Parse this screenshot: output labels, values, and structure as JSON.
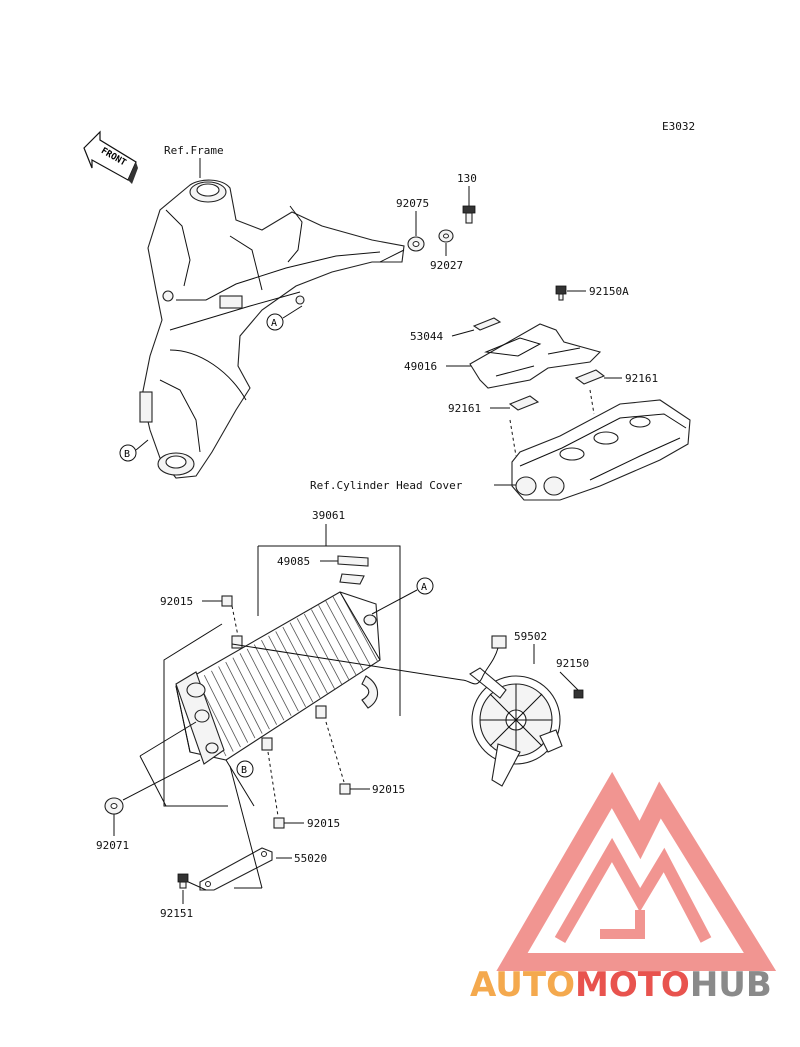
{
  "diagram_code": "E3032",
  "front_label": "FRONT",
  "refs": {
    "frame": "Ref.Frame",
    "cylinder_head_cover": "Ref.Cylinder Head Cover"
  },
  "markers": {
    "a": "A",
    "b": "B"
  },
  "parts": {
    "p130": "130",
    "p92075": "92075",
    "p92027": "92027",
    "p92150A": "92150A",
    "p53044": "53044",
    "p49016": "49016",
    "p92161_r": "92161",
    "p92161_l": "92161",
    "p39061": "39061",
    "p49085": "49085",
    "p92015_a": "92015",
    "p92015_b": "92015",
    "p92015_c": "92015",
    "p59502": "59502",
    "p92150": "92150",
    "p92071": "92071",
    "p55020": "55020",
    "p92151": "92151"
  },
  "watermark": {
    "text_a": "AUTO",
    "text_b": "MOTO",
    "text_c": "HUB",
    "colors": {
      "auto": "#f4a94e",
      "moto": "#e8534e",
      "hub": "#8a8a8a",
      "logo": "#f08a86"
    }
  }
}
